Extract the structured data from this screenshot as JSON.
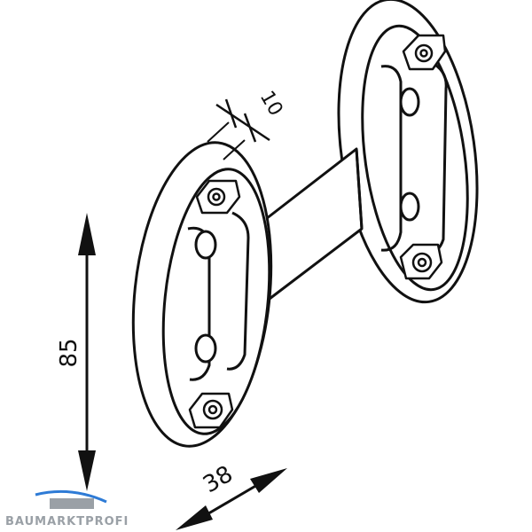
{
  "dimensions": {
    "height": "85",
    "width": "38",
    "depth": "10"
  },
  "brand": {
    "name": "BAUMARKTPROFI",
    "colors": {
      "text": "#9aa0a6",
      "accent": "#2e7bd6"
    }
  },
  "colors": {
    "stroke": "#111111",
    "fill": "#ffffff"
  }
}
